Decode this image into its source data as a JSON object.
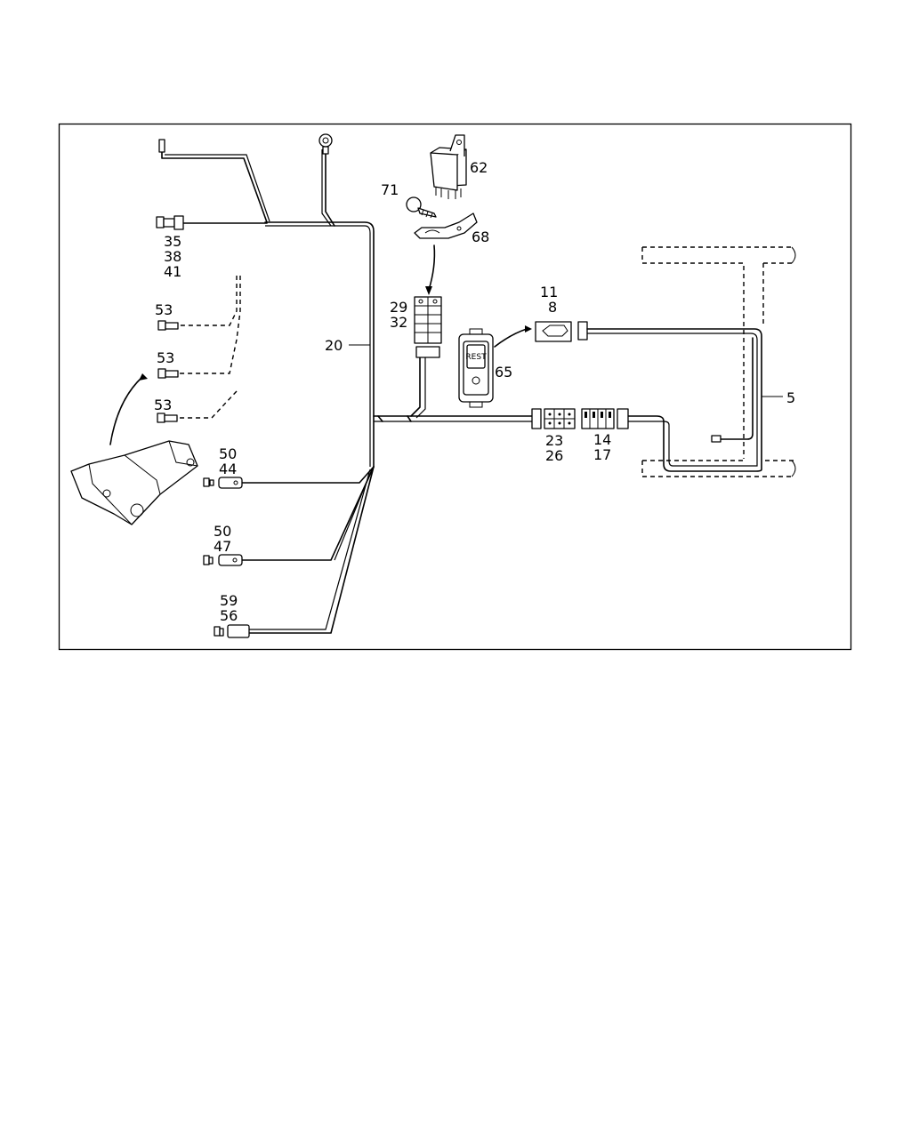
{
  "callouts": {
    "c35": "35",
    "c38": "38",
    "c41": "41",
    "c53a": "53",
    "c53b": "53",
    "c53c": "53",
    "c20": "20",
    "c50a": "50",
    "c44": "44",
    "c50b": "50",
    "c47": "47",
    "c59": "59",
    "c56": "56",
    "c62": "62",
    "c71": "71",
    "c68": "68",
    "c29": "29",
    "c32": "32",
    "c65": "65",
    "c11": "11",
    "c8": "8",
    "c23": "23",
    "c26": "26",
    "c14": "14",
    "c17": "17",
    "c5": "5"
  },
  "switch_label": "REST",
  "colors": {
    "line": "#000000",
    "background": "#ffffff"
  },
  "icons": [
    "ground-ring-terminal",
    "relay",
    "fuse-block",
    "rocker-switch",
    "connector-plug",
    "control-unit-bracket"
  ]
}
